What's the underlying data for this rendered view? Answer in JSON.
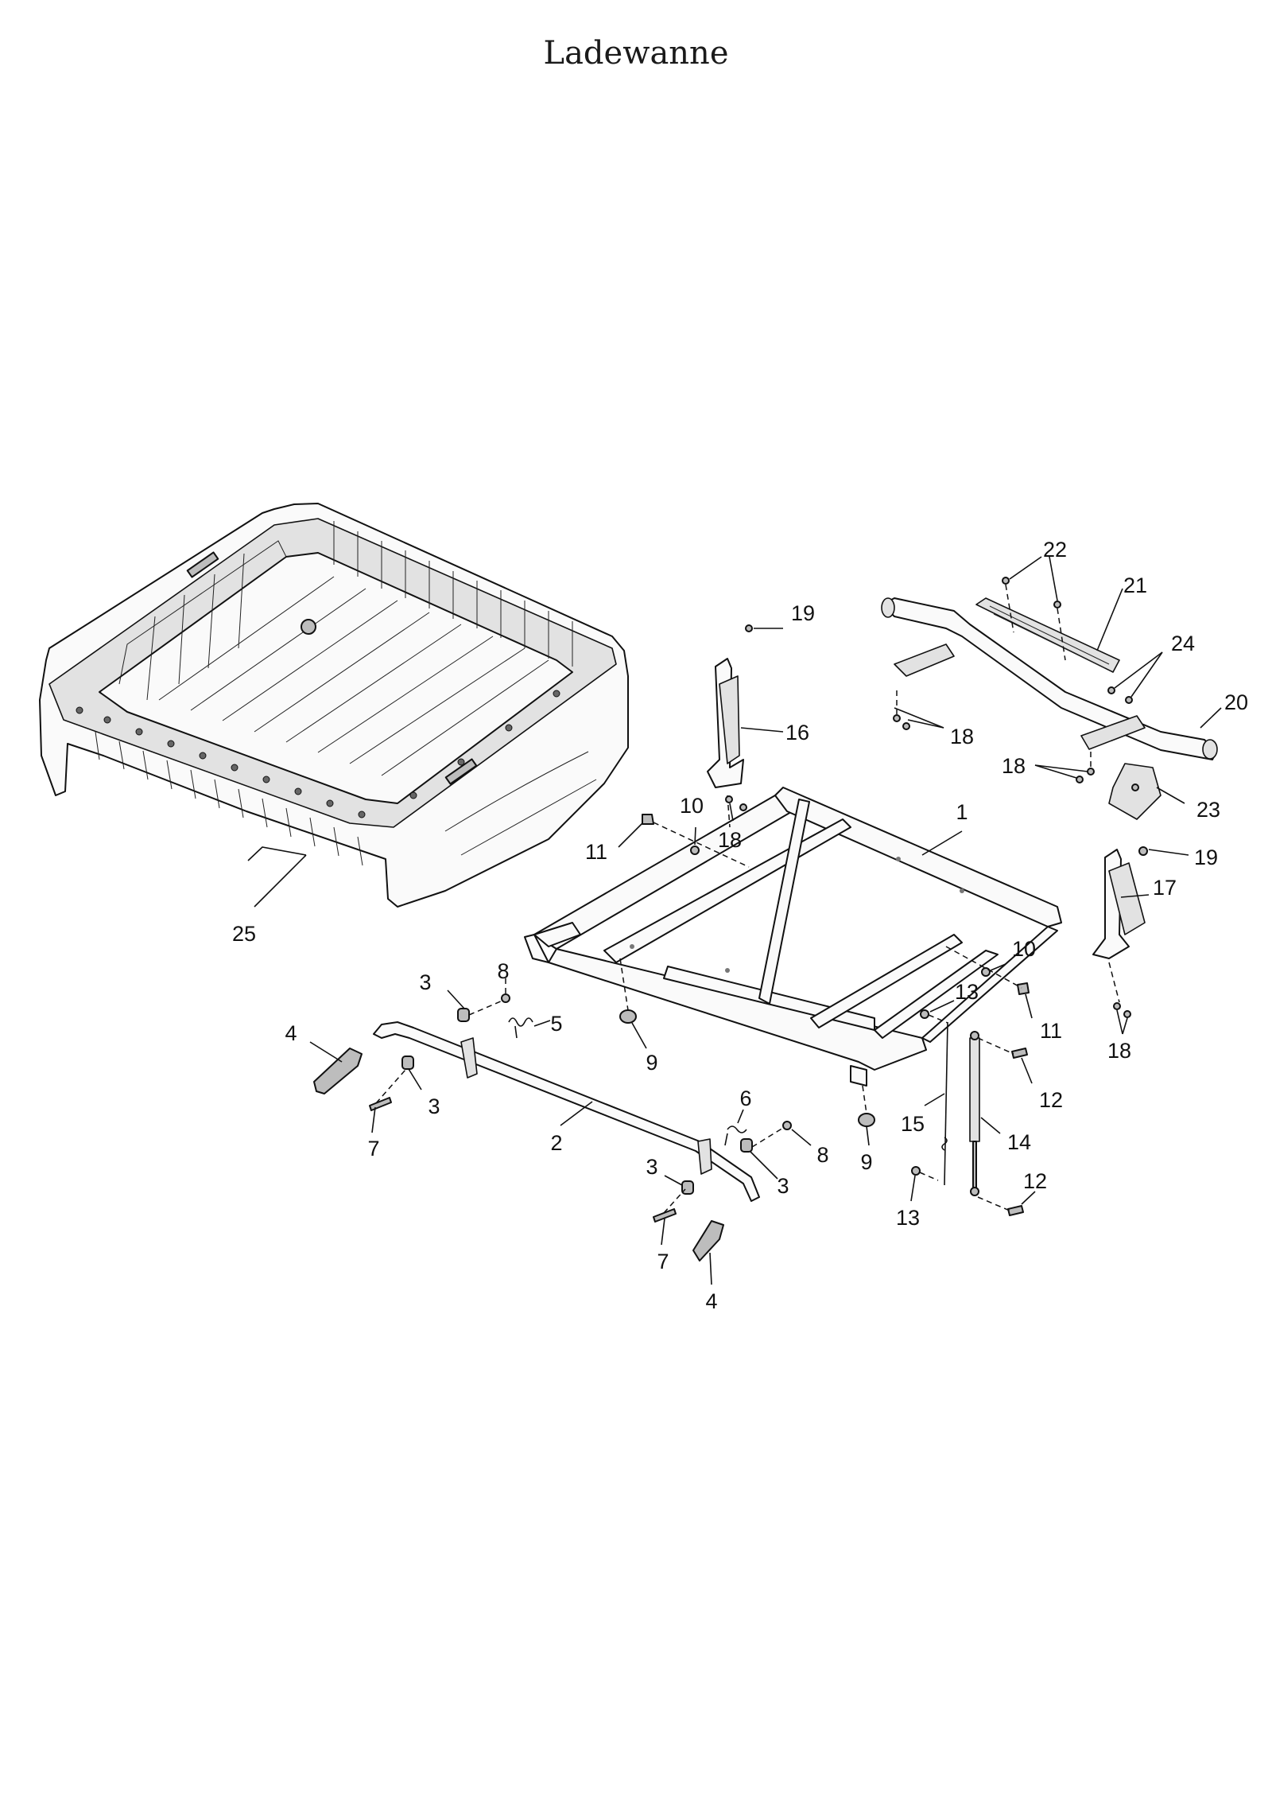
{
  "title": "Ladewanne",
  "callouts": [
    {
      "id": "c1",
      "label": "1"
    },
    {
      "id": "c2",
      "label": "2"
    },
    {
      "id": "c3a",
      "label": "3"
    },
    {
      "id": "c3b",
      "label": "3"
    },
    {
      "id": "c3c",
      "label": "3"
    },
    {
      "id": "c3d",
      "label": "3"
    },
    {
      "id": "c4a",
      "label": "4"
    },
    {
      "id": "c4b",
      "label": "4"
    },
    {
      "id": "c5",
      "label": "5"
    },
    {
      "id": "c6",
      "label": "6"
    },
    {
      "id": "c7a",
      "label": "7"
    },
    {
      "id": "c7b",
      "label": "7"
    },
    {
      "id": "c8a",
      "label": "8"
    },
    {
      "id": "c8b",
      "label": "8"
    },
    {
      "id": "c9a",
      "label": "9"
    },
    {
      "id": "c9b",
      "label": "9"
    },
    {
      "id": "c10a",
      "label": "10"
    },
    {
      "id": "c10b",
      "label": "10"
    },
    {
      "id": "c11a",
      "label": "11"
    },
    {
      "id": "c11b",
      "label": "11"
    },
    {
      "id": "c12a",
      "label": "12"
    },
    {
      "id": "c12b",
      "label": "12"
    },
    {
      "id": "c13a",
      "label": "13"
    },
    {
      "id": "c13b",
      "label": "13"
    },
    {
      "id": "c14",
      "label": "14"
    },
    {
      "id": "c15",
      "label": "15"
    },
    {
      "id": "c16",
      "label": "16"
    },
    {
      "id": "c17",
      "label": "17"
    },
    {
      "id": "c18a",
      "label": "18"
    },
    {
      "id": "c18b",
      "label": "18"
    },
    {
      "id": "c18c",
      "label": "18"
    },
    {
      "id": "c18d",
      "label": "18"
    },
    {
      "id": "c19a",
      "label": "19"
    },
    {
      "id": "c19b",
      "label": "19"
    },
    {
      "id": "c20",
      "label": "20"
    },
    {
      "id": "c21",
      "label": "21"
    },
    {
      "id": "c22",
      "label": "22"
    },
    {
      "id": "c23",
      "label": "23"
    },
    {
      "id": "c24",
      "label": "24"
    },
    {
      "id": "c25",
      "label": "25"
    }
  ]
}
